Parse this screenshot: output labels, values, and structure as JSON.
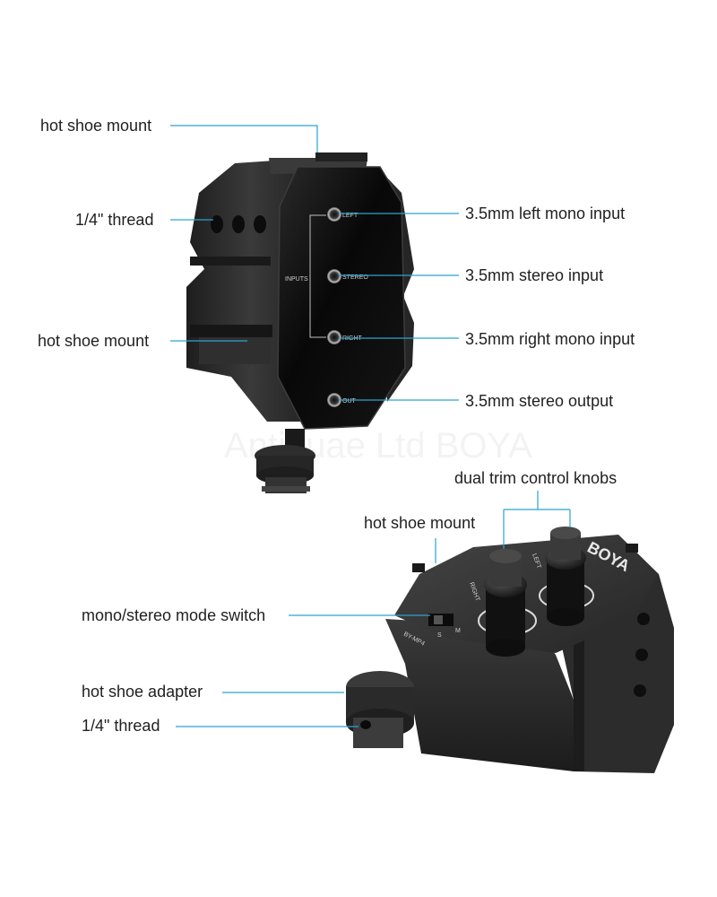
{
  "top_device": {
    "callouts": {
      "hot_shoe_top": "hot shoe mount",
      "thread": "1/4\" thread",
      "left_input": "3.5mm left mono input",
      "stereo_input": "3.5mm stereo input",
      "hot_shoe_side": "hot shoe mount",
      "right_input": "3.5mm right mono input",
      "stereo_output": "3.5mm stereo output"
    },
    "panel_labels": {
      "left": "LEFT",
      "stereo": "STEREO",
      "right": "RIGHT",
      "out": "OUT",
      "inputs": "INPUTS"
    }
  },
  "bottom_device": {
    "callouts": {
      "knobs": "dual trim control knobs",
      "hot_shoe": "hot shoe mount",
      "mode_switch": "mono/stereo mode switch",
      "adapter": "hot shoe adapter",
      "thread": "1/4\" thread"
    },
    "labels": {
      "brand": "BOYA",
      "model": "BY-MP4",
      "knob_right": "RIGHT",
      "knob_left": "LEFT",
      "switch_m": "M",
      "switch_s": "S"
    }
  },
  "colors": {
    "callout_line": "#2aa3cf",
    "body": "#2b2b2b",
    "panel": "#0a0a0a",
    "text": "#1f1f1f"
  }
}
